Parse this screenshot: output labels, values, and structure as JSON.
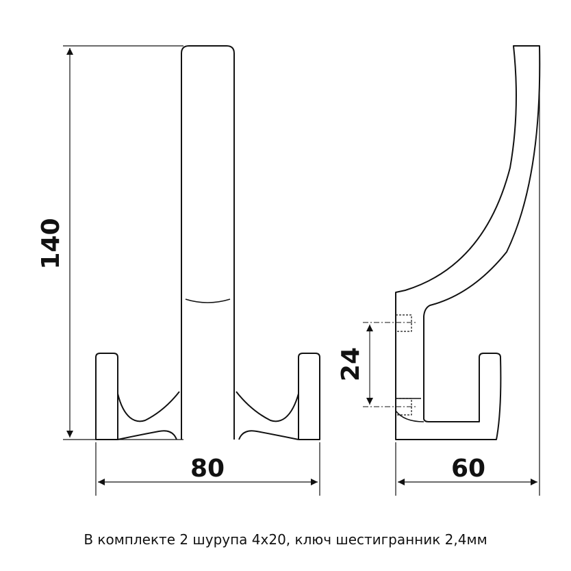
{
  "dimensions": {
    "height_front": "140",
    "width_front": "80",
    "screw_spacing": "24",
    "depth_side": "60"
  },
  "caption": "В комплекте 2 шурупа 4х20, ключ шестигранник 2,4мм",
  "colors": {
    "line": "#111111",
    "background": "#ffffff"
  }
}
